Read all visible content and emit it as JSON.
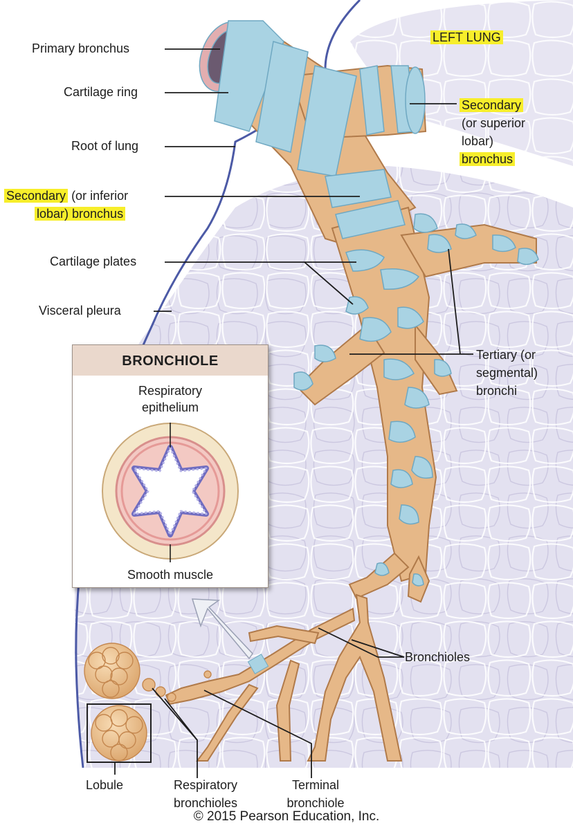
{
  "labels": {
    "primary_bronchus": "Primary bronchus",
    "cartilage_ring": "Cartilage ring",
    "root_of_lung": "Root of lung",
    "secondary_inferior_line1_a": "Secondary",
    "secondary_inferior_line1_b": " (or inferior",
    "secondary_inferior_line2": "lobar) bronchus",
    "cartilage_plates": "Cartilage plates",
    "visceral_pleura": "Visceral pleura",
    "left_lung": "LEFT LUNG",
    "secondary_superior_line1": "Secondary",
    "secondary_superior_line2": "(or superior",
    "secondary_superior_line3": "lobar)",
    "secondary_superior_line4": "bronchus",
    "tertiary_line1": "Tertiary (or",
    "tertiary_line2": "segmental)",
    "tertiary_line3": "bronchi",
    "bronchioles": "Bronchioles",
    "lobule": "Lobule",
    "respiratory_bronchioles_line1": "Respiratory",
    "respiratory_bronchioles_line2": "bronchioles",
    "terminal_bronchiole_line1": "Terminal",
    "terminal_bronchiole_line2": "bronchiole"
  },
  "inset": {
    "title": "BRONCHIOLE",
    "respiratory_epithelium_line1": "Respiratory",
    "respiratory_epithelium_line2": "epithelium",
    "smooth_muscle": "Smooth muscle"
  },
  "copyright": "© 2015 Pearson Education, Inc.",
  "colors": {
    "highlight": "#f7ee2b",
    "lung_fill": "#e3e1f0",
    "cartilage": "#a9d3e3",
    "bronchus_tan": "#e6b888"
  }
}
